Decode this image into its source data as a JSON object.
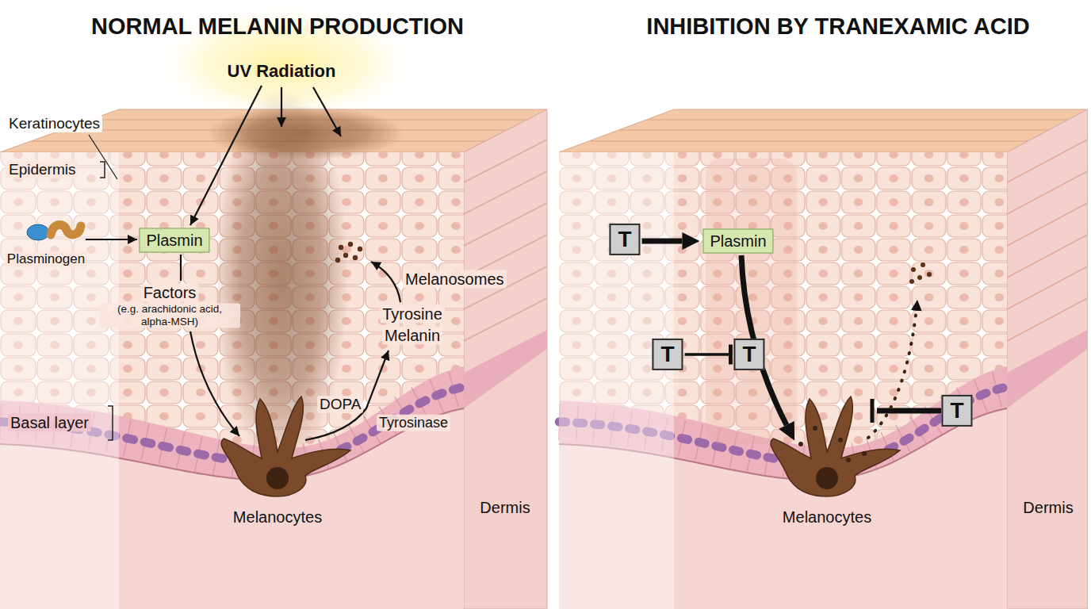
{
  "diagram": {
    "nodes": [
      {
        "text": [
          "Plasmin"
        ]
      },
      {
        "text": [
          "T"
        ]
      },
      {
        "text": [
          "Plasmin"
        ]
      },
      {
        "text": [
          "T"
        ]
      },
      {
        "text": [
          "T"
        ]
      },
      {
        "text": [
          "T"
        ]
      }
    ],
    "edges": [
      {
        "from": 1,
        "to": 2,
        "arrow": "to"
      },
      {
        "from": 3,
        "to": 4,
        "arrow": "to"
      }
    ],
    "labels": [
      "NORMAL MELANIN PRODUCTION",
      "INHIBITION BY TRANEXAMIC ACID",
      "UV Radiation",
      "Keratinocytes",
      "Epidermis",
      "Plasminogen",
      "Factors",
      "(e.g. arachidonic acid, alpha-MSH)",
      "Melanosomes",
      "Tyrosine",
      "Melanin",
      "DOPA",
      "Tyrosinase",
      "Basal layer",
      "Melanocytes",
      "Dermis",
      "Melanocytes",
      "Dermis"
    ]
  }
}
